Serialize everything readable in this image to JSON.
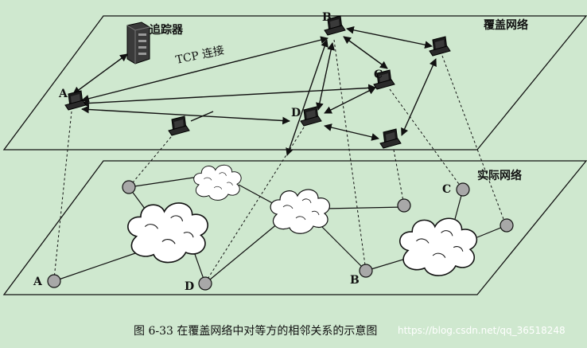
{
  "labels": {
    "overlay_network": "覆盖网络",
    "actual_network": "实际网络",
    "tracker": "追踪器",
    "tcp_connection": "TCP 连接",
    "caption": "图 6-33   在覆盖网络中对等方的相邻关系的示意图",
    "watermark": "https://blog.csdn.net/qq_36518248"
  },
  "overlay_nodes": {
    "A": "A",
    "B": "B",
    "C": "C",
    "D": "D"
  },
  "physical_nodes": {
    "A": "A",
    "B": "B",
    "C": "C",
    "D": "D"
  },
  "colors": {
    "background": "#cfe8cf",
    "line": "#111111",
    "node_fill": "#a8a8a8",
    "cloud_fill": "#ffffff"
  },
  "icons": {
    "computer": "laptop-icon",
    "server": "server-icon",
    "cloud": "cloud-icon"
  }
}
